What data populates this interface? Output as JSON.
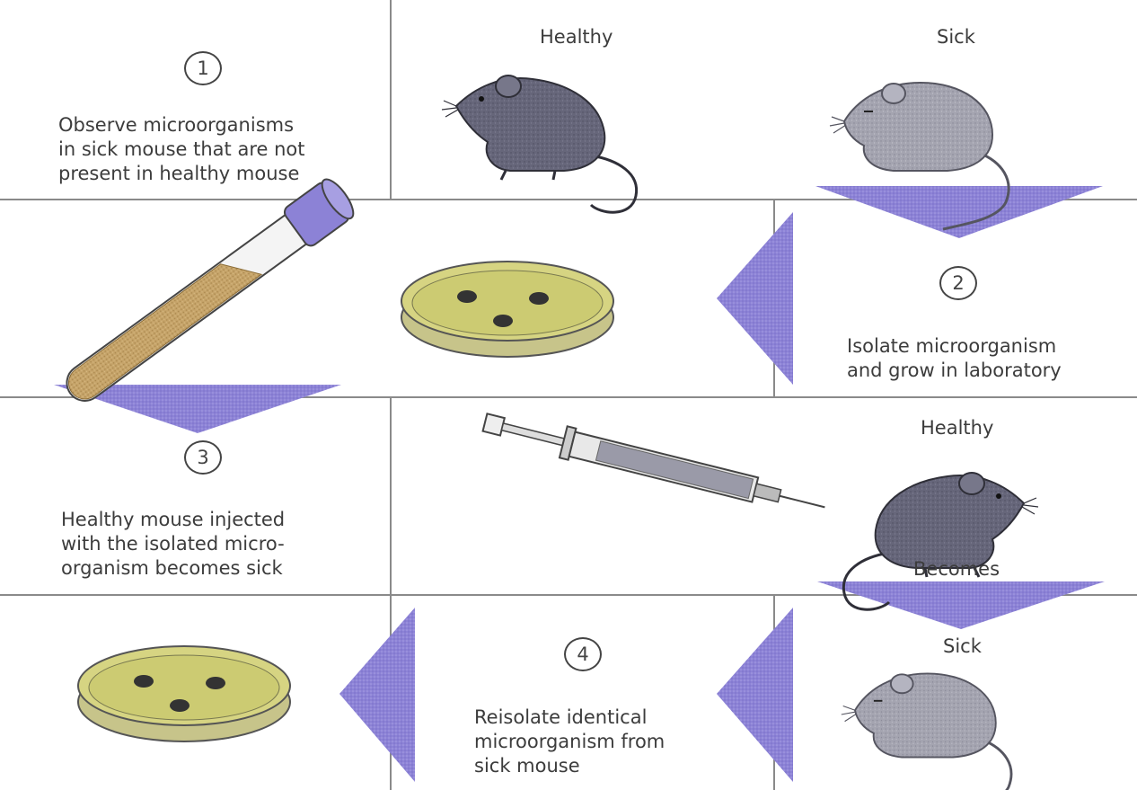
{
  "steps": [
    {
      "number": "1",
      "lines": [
        "Observe microorganisms",
        "in sick mouse that are not",
        "present in healthy mouse"
      ]
    },
    {
      "number": "2",
      "lines": [
        "Isolate microorganism",
        "and grow in laboratory"
      ]
    },
    {
      "number": "3",
      "lines": [
        "Healthy mouse injected",
        "with the isolated micro-",
        "organism becomes sick"
      ]
    },
    {
      "number": "4",
      "lines": [
        "Reisolate identical",
        "microorganism from",
        "sick mouse"
      ]
    }
  ],
  "labels": {
    "healthy_top": "Healthy",
    "sick_top": "Sick",
    "healthy_mid": "Healthy",
    "becomes": "Becomes",
    "sick_bottom": "Sick"
  },
  "icons": [
    "mouse-healthy-icon",
    "mouse-sick-icon",
    "test-tube-icon",
    "petri-dish-icon",
    "syringe-icon",
    "arrow-icon"
  ],
  "colors": {
    "arrow": "#8c82d6",
    "mouse_healthy": "#6f6f82",
    "mouse_sick": "#9c9ca8",
    "agar": "#d8d68a",
    "culture": "#c9a96a",
    "colony": "#333333",
    "grid_line": "#8a8a8a"
  }
}
